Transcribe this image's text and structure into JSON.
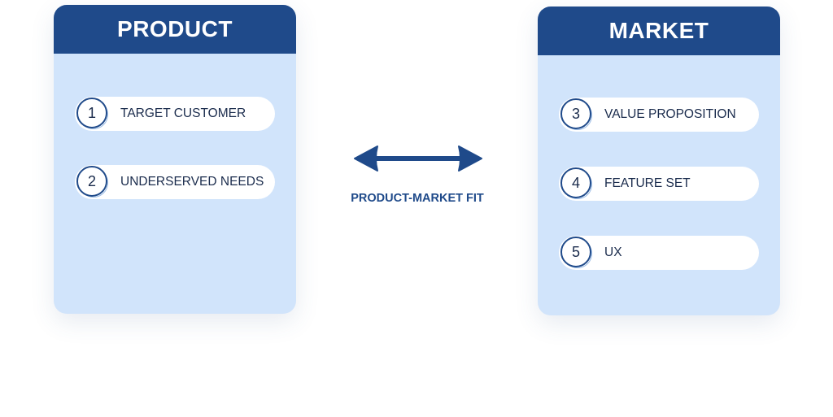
{
  "product": {
    "title": "PRODUCT",
    "items": [
      {
        "number": "1",
        "label": "TARGET CUSTOMER"
      },
      {
        "number": "2",
        "label": "UNDERSERVED NEEDS"
      }
    ]
  },
  "market": {
    "title": "MARKET",
    "items": [
      {
        "number": "3",
        "label": "VALUE PROPOSITION"
      },
      {
        "number": "4",
        "label": "FEATURE SET"
      },
      {
        "number": "5",
        "label": "UX"
      }
    ]
  },
  "connector": {
    "label": "PRODUCT-MARKET FIT",
    "icon": "double-arrow-icon"
  },
  "colors": {
    "header": "#1f4a8a",
    "card": "#d1e4fb",
    "text": "#1a2b4c",
    "accent": "#1f4a8a"
  }
}
